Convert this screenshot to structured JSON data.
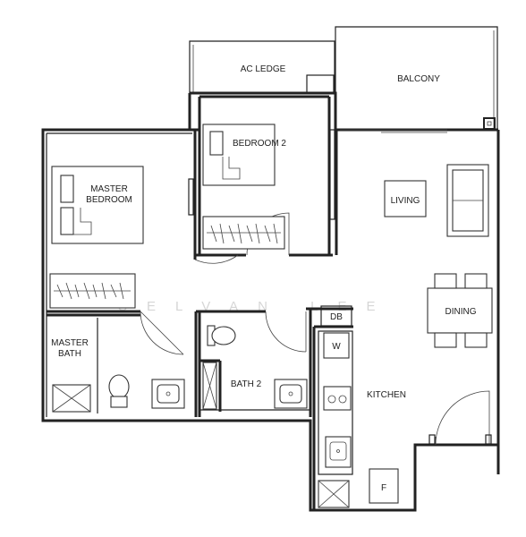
{
  "rooms": {
    "ac_ledge": "AC LEDGE",
    "balcony": "BALCONY",
    "bedroom_2": "BEDROOM 2",
    "master_bedroom_line1": "MASTER",
    "master_bedroom_line2": "BEDROOM",
    "living": "LIVING",
    "dining": "DINING",
    "db": "DB",
    "master_bath_line1": "MASTER",
    "master_bath_line2": "BATH",
    "bath_2": "BATH 2",
    "kitchen": "KITCHEN",
    "washer": "W",
    "fridge": "F"
  },
  "watermark": "SELVAN LEE"
}
